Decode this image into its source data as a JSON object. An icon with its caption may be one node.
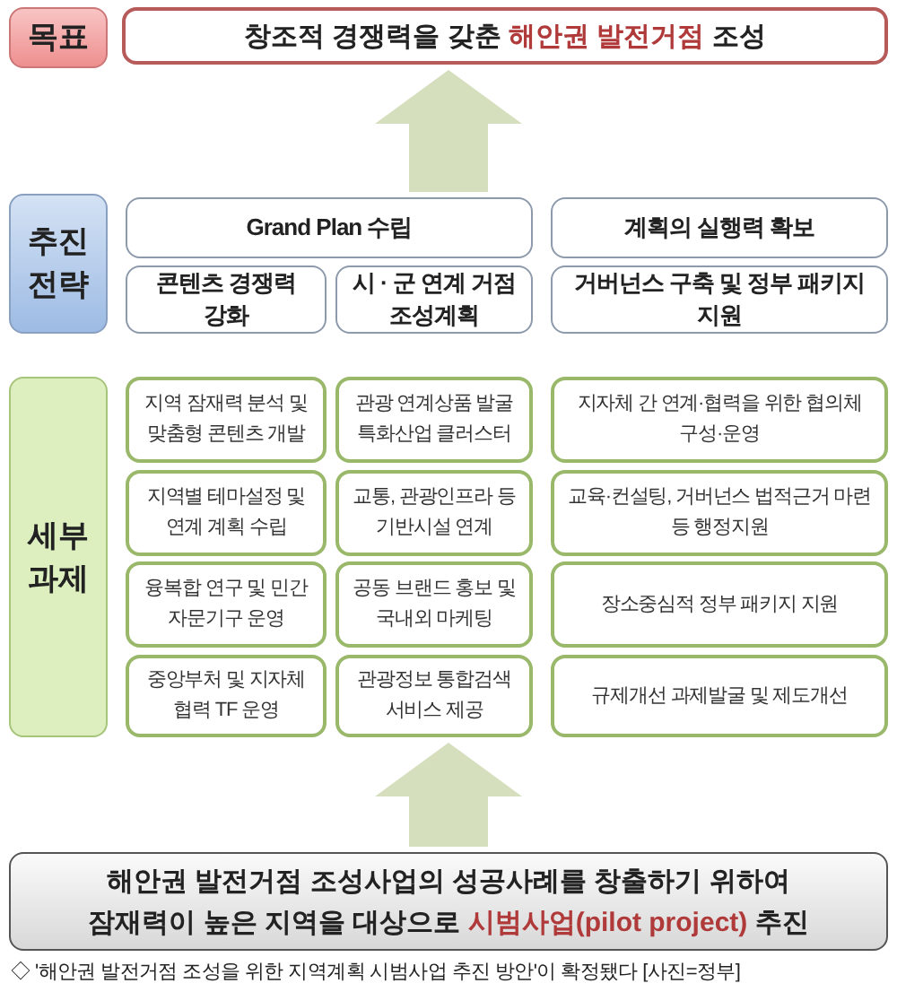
{
  "diagram": {
    "caption": "◇ '해안권 발전거점 조성을 위한 지역계획 시범사업 추진 방안'이 확정됐다 [사진=정부]",
    "nodes": [
      {
        "text": [
          "목표"
        ]
      },
      {
        "text": [
          "창조적 경쟁력을 갖춘 *해안권 발전거점* 조성"
        ]
      },
      {
        "text": [
          "추진 전략"
        ]
      },
      {
        "text": [
          "Grand Plan 수립"
        ]
      },
      {
        "text": [
          "계획의 실행력 확보"
        ]
      },
      {
        "text": [
          "콘텐츠 경쟁력 강화"
        ]
      },
      {
        "text": [
          "시 · 군 연계 거점 조성계획"
        ]
      },
      {
        "text": [
          "거버넌스 구축 및 정부 패키지 지원"
        ]
      },
      {
        "text": [
          "세부 과제"
        ]
      },
      {
        "text": [
          "지역 잠재력 분석 및 맞춤형 콘텐츠 개발"
        ]
      },
      {
        "text": [
          "관광 연계상품 발굴 특화산업 클러스터"
        ]
      },
      {
        "text": [
          "지자체 간 연계·협력을 위한 협의체 구성·운영"
        ]
      },
      {
        "text": [
          "지역별 테마설정 및 연계 계획 수립"
        ]
      },
      {
        "text": [
          "교통, 관광인프라 등 기반시설 연계"
        ]
      },
      {
        "text": [
          "교육·컨설팅, 거버넌스 법적근거 마련 등 행정지원"
        ]
      },
      {
        "text": [
          "융복합 연구 및 민간 자문기구 운영"
        ]
      },
      {
        "text": [
          "공동 브랜드 홍보 및 국내외 마케팅"
        ]
      },
      {
        "text": [
          "장소중심적 정부 패키지 지원"
        ]
      },
      {
        "text": [
          "중앙부처 및 지자체 협력 TF 운영"
        ]
      },
      {
        "text": [
          "관광정보 통합검색 서비스 제공"
        ]
      },
      {
        "text": [
          "규제개선 과제발굴 및 제도개선"
        ]
      },
      {
        "text": [
          "해안권 발전거점 조성사업의 성공사례를 창출하기 위하여 잠재력이 높은 지역을 대상으로 *시범사업(pilot project)* 추진"
        ]
      }
    ],
    "edges": [
      {
        "from": 3,
        "to": 1,
        "arrow": "to"
      },
      {
        "from": 21,
        "to": 19,
        "arrow": "to"
      }
    ]
  }
}
